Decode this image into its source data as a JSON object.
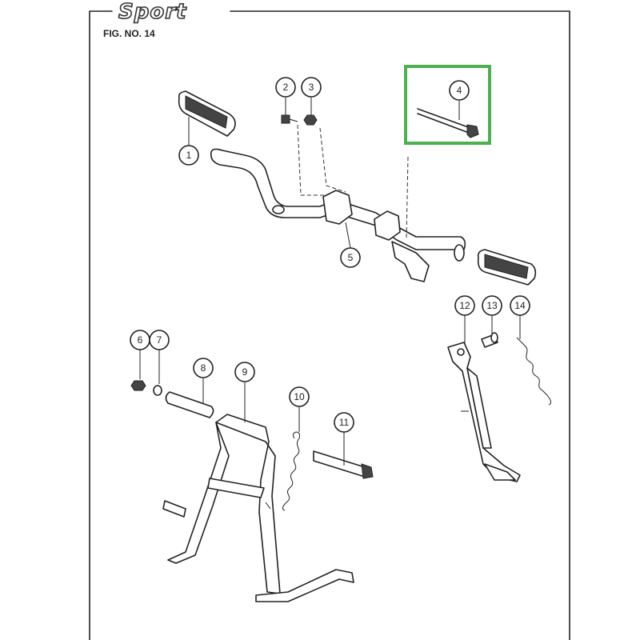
{
  "brand": "Sport",
  "figure_label": "FIG. NO. 14",
  "callouts": [
    "1",
    "2",
    "3",
    "4",
    "5",
    "6",
    "7",
    "8",
    "9",
    "10",
    "11",
    "12",
    "13",
    "14"
  ],
  "highlight_color": "#4caf50",
  "highlighted_part": "4"
}
